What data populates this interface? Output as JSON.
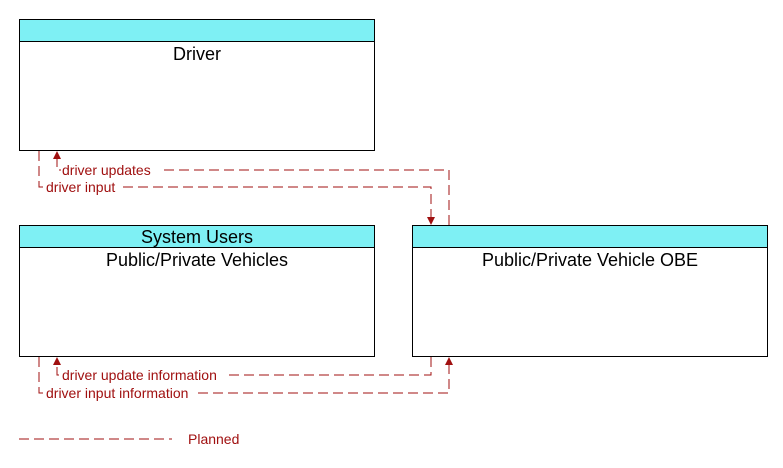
{
  "boxes": {
    "driver": {
      "title": "Driver"
    },
    "system_users": {
      "header": "System Users",
      "title": "Public/Private Vehicles"
    },
    "vehicle_obe": {
      "title": "Public/Private Vehicle OBE"
    }
  },
  "flows": {
    "driver_updates": "driver updates",
    "driver_input": "driver input",
    "driver_update_information": "driver update information",
    "driver_input_information": "driver input information"
  },
  "legend": {
    "label": "Planned"
  },
  "colors": {
    "header_fill": "#7ef0f4",
    "planned_flow": "#a01010",
    "border": "#000000"
  }
}
